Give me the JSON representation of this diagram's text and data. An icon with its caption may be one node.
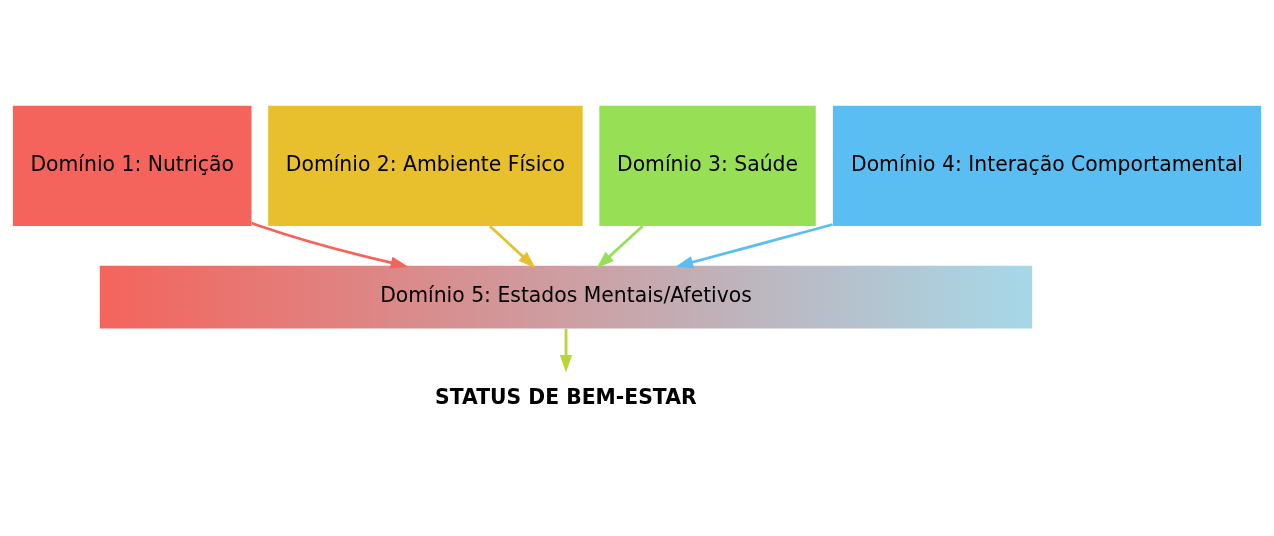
{
  "diagram": {
    "nodes": [
      {
        "text": [
          "Domínio 1: Nutrição"
        ]
      },
      {
        "text": [
          "Domínio 2: Ambiente Físico"
        ]
      },
      {
        "text": [
          "Domínio 3: Saúde"
        ]
      },
      {
        "text": [
          "Domínio 4: Interação Comportamental"
        ]
      },
      {
        "text": [
          "Domínio 5: Estados Mentais/Afetivos"
        ]
      },
      {
        "text": [
          "STATUS DE BEM-ESTAR"
        ]
      }
    ],
    "edges": [
      {
        "from": 0,
        "to": 4,
        "arrow": "to",
        "color": "#f4645c"
      },
      {
        "from": 1,
        "to": 4,
        "arrow": "to",
        "color": "#e8bf2c"
      },
      {
        "from": 2,
        "to": 4,
        "arrow": "to",
        "color": "#97df55"
      },
      {
        "from": 3,
        "to": 4,
        "arrow": "to",
        "color": "#5bbef2"
      },
      {
        "from": 4,
        "to": 5,
        "arrow": "to",
        "color": "#b8d63a"
      }
    ]
  }
}
